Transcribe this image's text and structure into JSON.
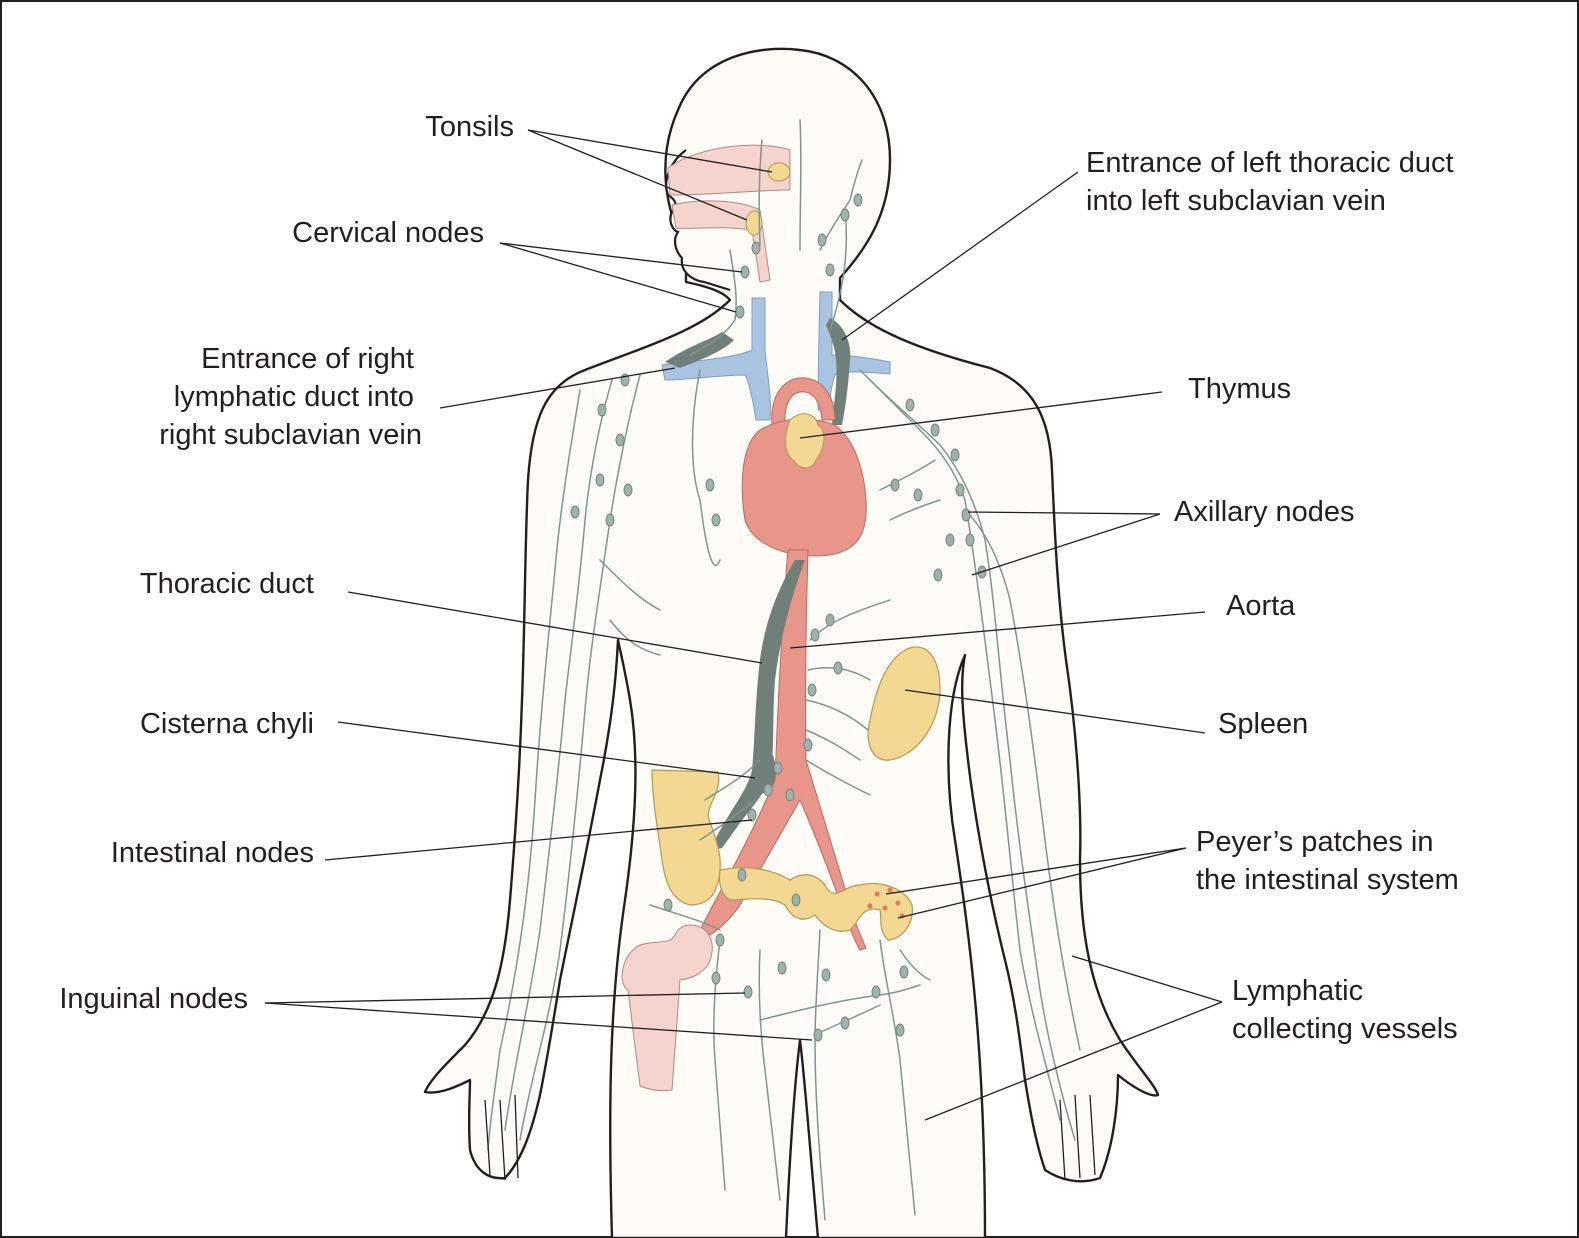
{
  "labels": {
    "tonsils": "Tonsils",
    "cervical_nodes": "Cervical nodes",
    "right_duct": [
      "Entrance of right",
      "lymphatic duct into",
      "right subclavian vein"
    ],
    "left_duct": [
      "Entrance of left thoracic duct",
      "into left subclavian vein"
    ],
    "thymus": "Thymus",
    "axillary_nodes": "Axillary nodes",
    "thoracic_duct": "Thoracic duct",
    "aorta": "Aorta",
    "cisterna_chyli": "Cisterna chyli",
    "spleen": "Spleen",
    "intestinal_nodes": "Intestinal nodes",
    "peyers_patches": [
      "Peyer’s patches in",
      "the intestinal system"
    ],
    "inguinal_nodes": "Inguinal nodes",
    "collecting_vessels": [
      "Lymphatic",
      "collecting vessels"
    ]
  },
  "colors": {
    "body_fill": "#fdfcf6",
    "outline": "#231f20",
    "vein": "#a8c4e0",
    "lymph_duct": "#6f7f79",
    "heart_aorta": "#e8968a",
    "organ_yellow": "#f2d890",
    "pink_tissue": "#f4d4cc",
    "lymph_vessel": "#7f9690",
    "lymph_node": "#9db3ab"
  }
}
